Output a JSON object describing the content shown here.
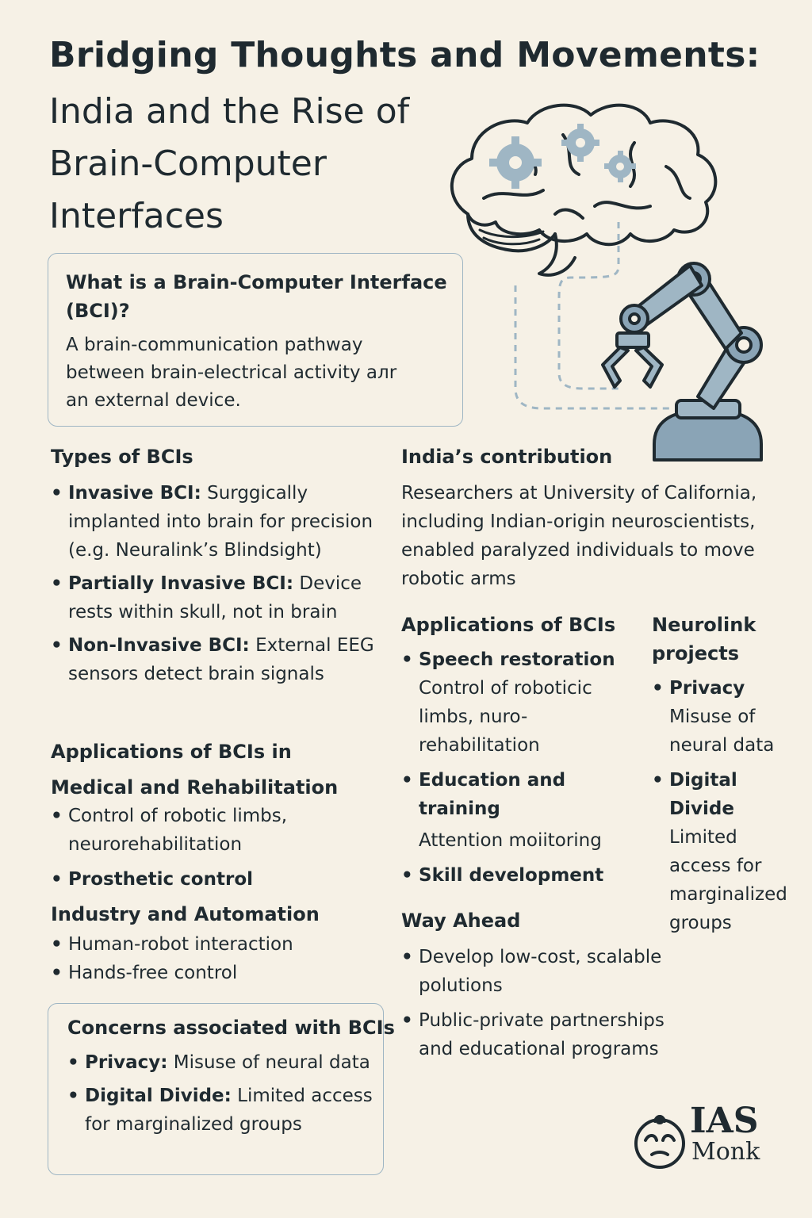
{
  "title": {
    "line1": "Bridging Thoughts and Movements:",
    "line2a": "India and the Rise of",
    "line2b": "Brain-Computer",
    "line2c": "Interfaces"
  },
  "what_is": {
    "heading": "What is a Brain-Computer Interface (BCI)?",
    "line1": "A brain-communication pathway",
    "line2": "between brain-electrical activity aлr",
    "line3": "an external device."
  },
  "types": {
    "heading": "Types of BCIs",
    "items": [
      {
        "label": "Invasive BCI:",
        "text": " Surggically implanted into brain for precision (e.g. Neuralink’s Blindsight)"
      },
      {
        "label": "Partially Invasive BCI:",
        "text": " Device rests within skull, not in brain"
      },
      {
        "label": "Non-Invasive BCI:",
        "text": " External EEG sensors detect brain signals"
      }
    ]
  },
  "medical": {
    "heading1": "Applications of BCIs in",
    "heading2": "Medical and Rehabilitation",
    "item1": "Control of robotic limbs, neurorehabilitation",
    "item2": "Prosthetic control"
  },
  "industry": {
    "heading": "Industry and Automation",
    "item1": "Human-robot interaction",
    "item2": "Hands-free control"
  },
  "concerns": {
    "heading": "Concerns associated with BCIs",
    "items": [
      {
        "label": "Privacy:",
        "text": " Misuse of neural data"
      },
      {
        "label": "Digital Divide:",
        "text": " Limited access for marginalized groups"
      }
    ]
  },
  "india": {
    "heading": "India’s contribution",
    "line1": "Researchers at University of California,",
    "line2": "including Indian-origin neuroscientists,",
    "line3": "enabled paralyzed individuals to move",
    "line4": "robotic arms"
  },
  "apps": {
    "heading": "Applications of BCIs",
    "item1_label": "Speech restoration",
    "item1_text": "Control of roboticic limbs, nuro-rehabilitation",
    "item2_label": "Education and training",
    "item2_text": "Attention moiitoring",
    "item3_label": "Skill development"
  },
  "neurolink": {
    "heading1": "Neurolink",
    "heading2": "projects",
    "item1_label": "Privacy",
    "item1_text": "Misuse of neural data",
    "item2_label": "Digital Divide",
    "item2_text": "Limited access for marginalized groups"
  },
  "way_ahead": {
    "heading": "Way Ahead",
    "item1": "Develop low-cost, scalable polutions",
    "item2": "Public-private partnerships and educational programs"
  },
  "logo": {
    "line1": "IAS",
    "line2": "Monk"
  },
  "colors": {
    "background": "#f6f1e6",
    "accent": "#9fb6c4",
    "text": "#1f2a30"
  }
}
